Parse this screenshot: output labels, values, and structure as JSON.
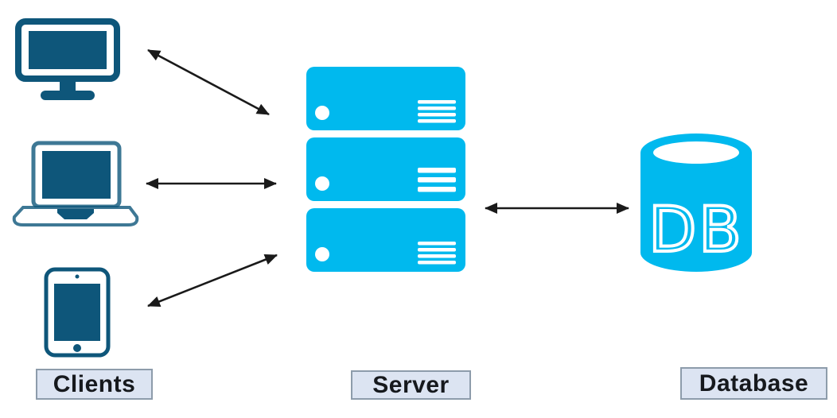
{
  "diagram": {
    "labels": {
      "clients": "Clients",
      "server": "Server",
      "database": "Database"
    },
    "database_text": "DB",
    "nodes": [
      {
        "id": "desktop-client",
        "group": "clients"
      },
      {
        "id": "laptop-client",
        "group": "clients"
      },
      {
        "id": "tablet-client",
        "group": "clients"
      },
      {
        "id": "server-stack",
        "group": "server",
        "units": 3
      },
      {
        "id": "database-cylinder",
        "group": "database"
      }
    ],
    "connections": [
      {
        "from": "desktop-client",
        "to": "server-stack",
        "bidirectional": true
      },
      {
        "from": "laptop-client",
        "to": "server-stack",
        "bidirectional": true
      },
      {
        "from": "tablet-client",
        "to": "server-stack",
        "bidirectional": true
      },
      {
        "from": "server-stack",
        "to": "database-cylinder",
        "bidirectional": true
      }
    ],
    "icons": {
      "clients": [
        "desktop-icon",
        "laptop-icon",
        "tablet-icon"
      ],
      "server": "server-stack-icon",
      "database": "database-cylinder-icon"
    },
    "colors": {
      "client_icon": "#0e567a",
      "server_icon": "#00b9ee",
      "database_icon": "#00b9ee",
      "arrow": "#1a1a1a",
      "label_bg": "#dce4f2",
      "label_border": "#8d9cab",
      "label_text": "#16191d",
      "background": "#ffffff"
    }
  }
}
